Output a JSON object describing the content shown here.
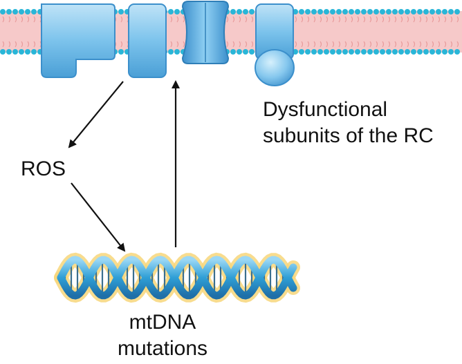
{
  "labels": {
    "rc_line1": "Dysfunctional",
    "rc_line2": "subunits of the RC",
    "ros": "ROS",
    "mtdna_line1": "mtDNA",
    "mtdna_line2": "mutations"
  },
  "colors": {
    "membrane_pink": "#f3b6b6",
    "head_cyan": "#29b6d8",
    "protein_blue": "#6bb8e6",
    "protein_dark": "#3b8fcb",
    "dna_blue": "#2f9fd6",
    "dna_glow": "#f7d67a",
    "arrow": "#111111"
  }
}
